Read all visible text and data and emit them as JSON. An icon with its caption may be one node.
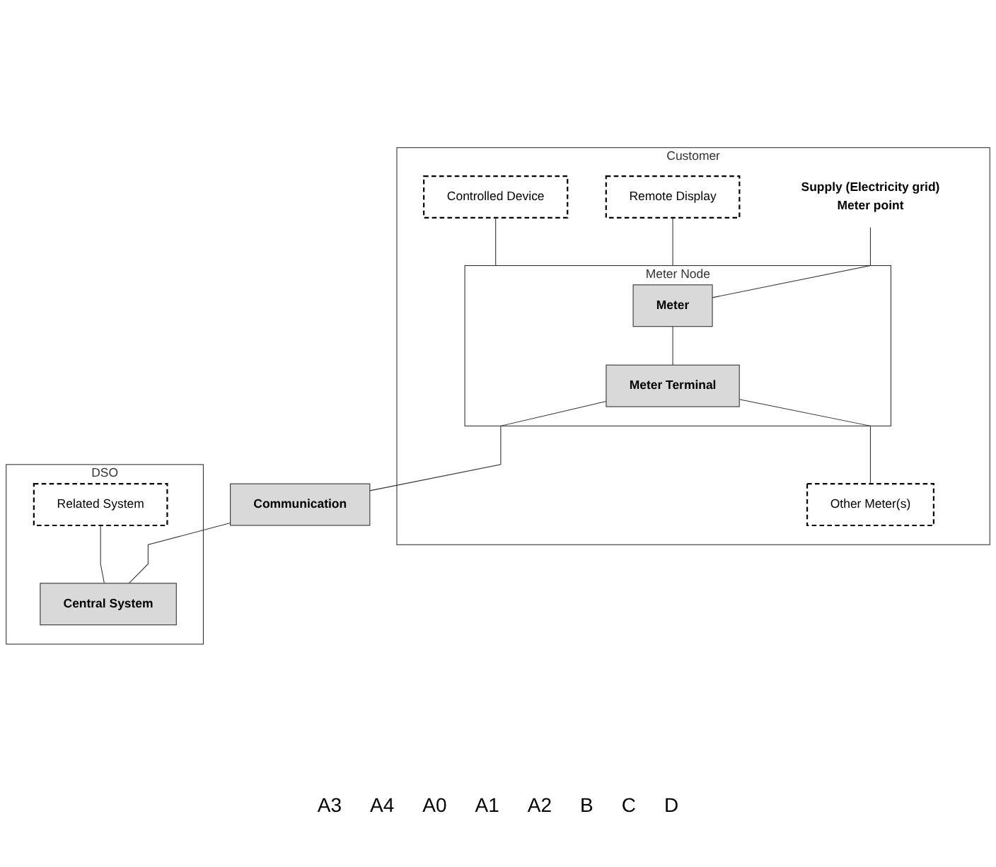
{
  "diagram": {
    "nodes": [
      {
        "text": [
          "Customer"
        ]
      },
      {
        "text": [
          "Supply (Electricity grid)",
          "Meter point"
        ],
        "in": 0
      },
      {
        "text": [
          "Remote Display"
        ],
        "in": 0
      },
      {
        "text": [
          "Controlled Device"
        ],
        "in": 0
      },
      {
        "text": [
          "Meter Node"
        ],
        "in": 0
      },
      {
        "text": [
          "Meter"
        ],
        "in": 4
      },
      {
        "text": [
          "Meter Terminal"
        ],
        "in": 4
      },
      {
        "text": [
          "Other Meter(s)"
        ],
        "in": 0
      },
      {
        "text": [
          "Communication"
        ]
      },
      {
        "text": [
          "DSO"
        ]
      },
      {
        "text": [
          "Related System"
        ],
        "in": 9
      },
      {
        "text": [
          "Central System"
        ],
        "in": 9
      }
    ],
    "edges": [
      {
        "from": 1,
        "to": 5,
        "arrow": "none"
      },
      {
        "from": 4,
        "to": 2,
        "arrow": "none"
      },
      {
        "from": 4,
        "to": 3,
        "arrow": "none"
      },
      {
        "from": 5,
        "to": 6,
        "arrow": "none"
      },
      {
        "from": 6,
        "to": 7,
        "arrow": "none"
      },
      {
        "from": 6,
        "to": 8,
        "arrow": "none"
      },
      {
        "from": 8,
        "to": 11,
        "arrow": "none"
      },
      {
        "from": 10,
        "to": 11,
        "arrow": "none"
      }
    ],
    "labels": [
      "A3",
      "A4",
      "A0",
      "A1",
      "A2",
      "B",
      "C",
      "D"
    ]
  }
}
